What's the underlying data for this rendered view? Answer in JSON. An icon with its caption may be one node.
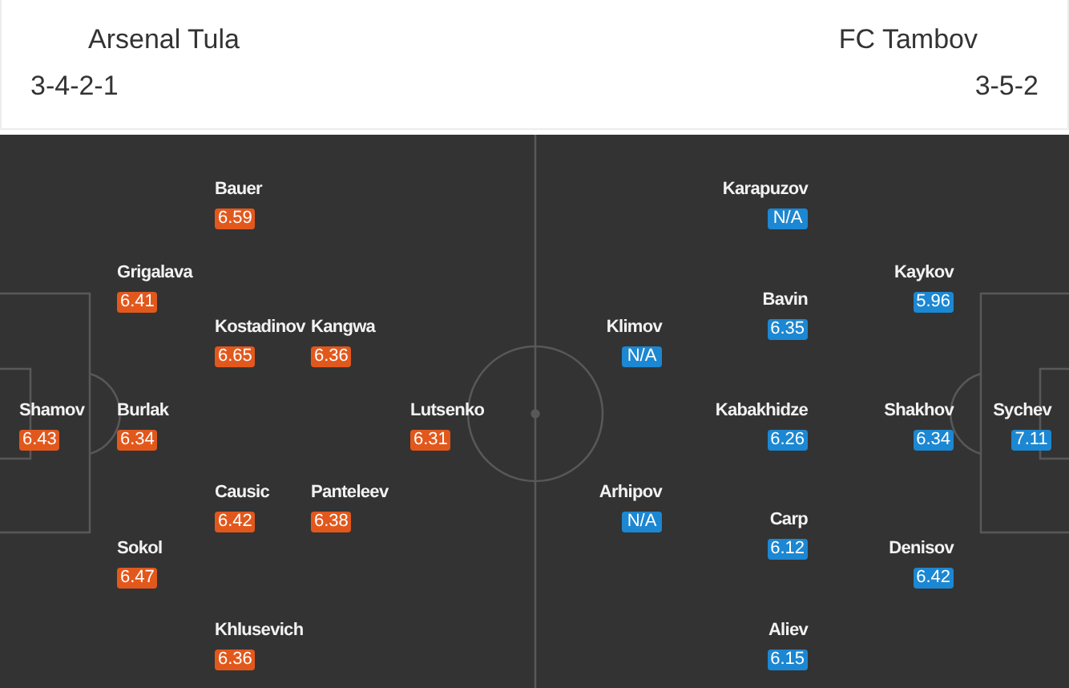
{
  "diagram": {
    "nodes": [
      {
        "text": [
          "Shamov",
          "6.43"
        ]
      },
      {
        "text": [
          "Grigalava",
          "6.41"
        ]
      },
      {
        "text": [
          "Burlak",
          "6.34"
        ]
      },
      {
        "text": [
          "Sokol",
          "6.47"
        ]
      },
      {
        "text": [
          "Bauer",
          "6.59"
        ]
      },
      {
        "text": [
          "Kostadinov",
          "6.65"
        ]
      },
      {
        "text": [
          "Causic",
          "6.42"
        ]
      },
      {
        "text": [
          "Khlusevich",
          "6.36"
        ]
      },
      {
        "text": [
          "Kangwa",
          "6.36"
        ]
      },
      {
        "text": [
          "Panteleev",
          "6.38"
        ]
      },
      {
        "text": [
          "Lutsenko",
          "6.31"
        ]
      },
      {
        "text": [
          "Klimov",
          "N/A"
        ]
      },
      {
        "text": [
          "Arhipov",
          "N/A"
        ]
      },
      {
        "text": [
          "Karapuzov",
          "N/A"
        ]
      },
      {
        "text": [
          "Bavin",
          "6.35"
        ]
      },
      {
        "text": [
          "Kabakhidze",
          "6.26"
        ]
      },
      {
        "text": [
          "Carp",
          "6.12"
        ]
      },
      {
        "text": [
          "Aliev",
          "6.15"
        ]
      },
      {
        "text": [
          "Kaykov",
          "5.96"
        ]
      },
      {
        "text": [
          "Shakhov",
          "6.34"
        ]
      },
      {
        "text": [
          "Denisov",
          "6.42"
        ]
      },
      {
        "text": [
          "Sychev",
          "7.11"
        ]
      }
    ],
    "labels": [
      "Arsenal Tula",
      "3-4-2-1",
      "FC Tambov",
      "3-5-2"
    ]
  }
}
